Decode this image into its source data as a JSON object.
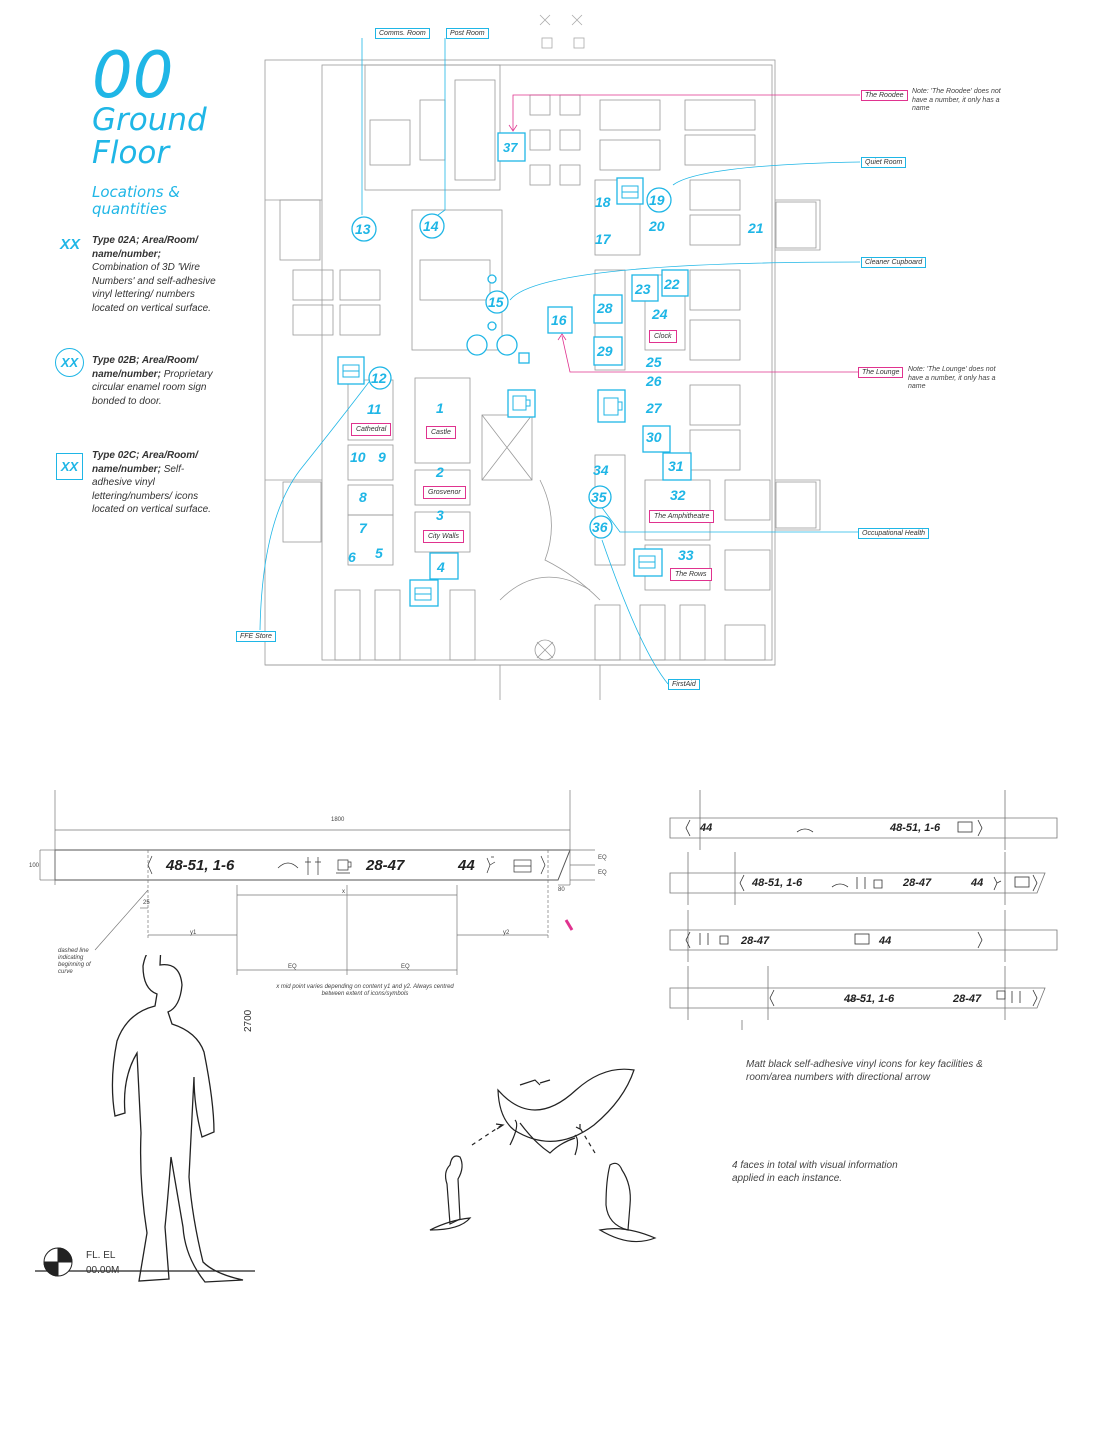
{
  "header": {
    "number": "00",
    "title_line1": "Ground",
    "title_line2": "Floor",
    "subtitle_line1": "Locations &",
    "subtitle_line2": "quantities"
  },
  "legend": [
    {
      "mark": "XX",
      "title": "Type 02A; Area/Room/ name/number;",
      "body": "Combination of 3D 'Wire Numbers' and self-adhesive vinyl lettering/ numbers located on vertical surface."
    },
    {
      "mark": "XX",
      "title": "Type 02B; Area/Room/ name/number;",
      "body": "Proprietary circular enamel room sign bonded to door."
    },
    {
      "mark": "XX",
      "title": "Type 02C; Area/Room/ name/number;",
      "body": "Self-adhesive vinyl lettering/numbers/ icons located on vertical surface."
    }
  ],
  "callouts": {
    "comms": "Comms. Room",
    "post": "Post Room",
    "roodee": "The Roodee",
    "quiet": "Quiet Room",
    "cleaner": "Cleaner Cupboard",
    "lounge": "The Lounge",
    "occ": "Occupational Health",
    "ffe": "FFE Store",
    "firstaid": "FirstAid"
  },
  "notes": {
    "roodee": "Note: 'The Roodee' does not have a number, it only has a name",
    "lounge": "Note: 'The Lounge' does not have a number, it only has a name"
  },
  "rooms": {
    "cathedral": "Cathedral",
    "castle": "Castle",
    "grosvenor": "Grosvenor",
    "citywalls": "City Walls",
    "clock": "Clock",
    "amphi": "The Amphitheatre",
    "rows": "The Rows"
  },
  "numbers": [
    "1",
    "2",
    "3",
    "4",
    "5",
    "6",
    "7",
    "8",
    "9",
    "10",
    "11",
    "12",
    "13",
    "14",
    "15",
    "16",
    "17",
    "18",
    "19",
    "20",
    "21",
    "22",
    "23",
    "24",
    "25",
    "26",
    "27",
    "28",
    "29",
    "30",
    "31",
    "32",
    "33",
    "34",
    "35",
    "36",
    "37"
  ],
  "elevation": {
    "width_dim": "1800",
    "height_left": "100",
    "eq1": "EQ",
    "eq2": "EQ",
    "dim_80": "80",
    "dim_25": "25",
    "y1": "y1",
    "y2": "y2",
    "x": "x",
    "eq3": "EQ",
    "eq4": "EQ",
    "dashed_note": "dashed line indicating beginning of curve",
    "x_note": "x mid point varies depending on content y1 and y2. Always centred between extent of icons/symbols",
    "height_2700": "2700",
    "fl_el": "FL. EL",
    "fl_val": "00.00M",
    "main_left": "48-51, 1-6",
    "main_mid": "28-47",
    "main_right": "44"
  },
  "faces": [
    {
      "a": "44",
      "b": "48-51, 1-6"
    },
    {
      "a": "48-51, 1-6",
      "b": "28-47",
      "c": "44"
    },
    {
      "a": "28-47",
      "b": "44"
    },
    {
      "a": "48-51, 1-6",
      "b": "28-47"
    }
  ],
  "captions": {
    "vinyl": "Matt black self-adhesive vinyl icons for key facilities & room/area numbers with directional arrow",
    "faces": "4 faces in total with visual information applied in each instance."
  }
}
